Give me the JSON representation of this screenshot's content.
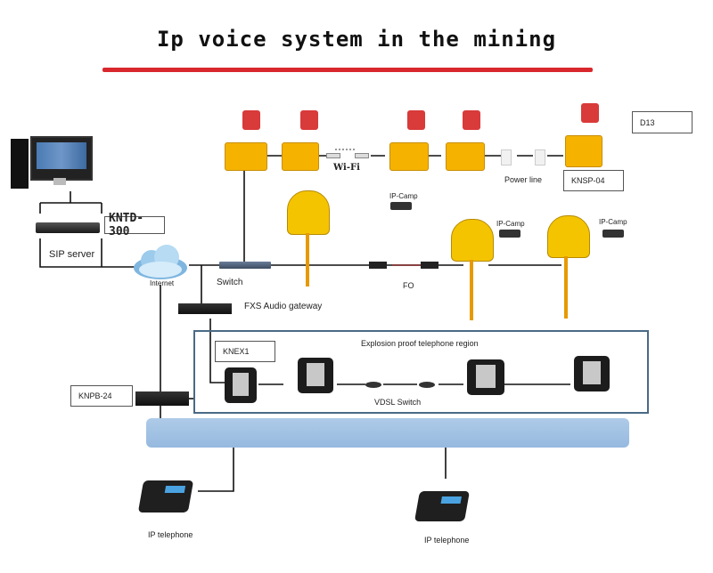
{
  "title": "Ip voice system in the mining",
  "colors": {
    "title_rule": "#d9272e",
    "region_border": "#4a6a86",
    "backbone": "#a4c3e4",
    "phone_yellow": "#f5b300",
    "speaker_red": "#d93a3a"
  },
  "labels": {
    "kntd": "KNTD-300",
    "sip_server": "SIP server",
    "internet": "Internet",
    "switch": "Switch",
    "wifi": "Wi-Fi",
    "power_line": "Power line",
    "d13": "D13",
    "knsp": "KNSP-04",
    "ipcam": "IP-Camp",
    "fo": "FO",
    "fxs": "FXS Audio gateway",
    "knex": "KNEX1",
    "region": "Explosion proof telephone region",
    "vdsl": "VDSL Switch",
    "knpb": "KNPB-24",
    "ip_phone": "IP telephone"
  },
  "devices": {
    "workstation": "computer-icon",
    "sip_server": "rack-server-icon",
    "cloud": "cloud-icon",
    "switch": "network-switch-icon",
    "speaker": "horn-speaker-icon",
    "sos_phone": "emergency-phone-icon",
    "booth_phone": "phone-booth-icon",
    "camera": "ip-camera-icon",
    "media_converter": "fiber-converter-icon",
    "ex_phone": "explosion-proof-phone-icon",
    "desk_phone": "ip-desk-phone-icon"
  }
}
